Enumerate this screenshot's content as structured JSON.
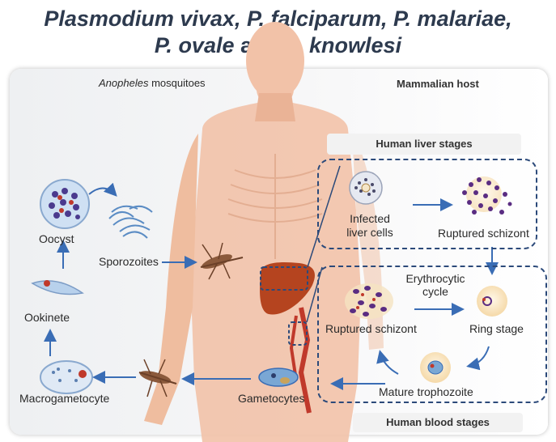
{
  "title": {
    "line1_italic": "Plasmodium vivax, P. falciparum, P. malariae,",
    "line2_italic_a": "P. ovale",
    "line2_and": " and ",
    "line2_italic_b": "P. knowlesi"
  },
  "headers": {
    "mosquito_italic": "Anopheles",
    "mosquito_rest": " mosquitoes",
    "host": "Mammalian host"
  },
  "mosquito_cycle": {
    "oocyst": "Oocyst",
    "sporozoites": "Sporozoites",
    "ookinete": "Ookinete",
    "macrogametocyte": "Macrogametocyte"
  },
  "human": {
    "gametocytes": "Gametocytes"
  },
  "liver": {
    "title": "Human liver stages",
    "infected_line1": "Infected",
    "infected_line2": "liver cells",
    "ruptured": "Ruptured schizont"
  },
  "blood": {
    "title": "Human blood stages",
    "cycle_line1": "Erythrocytic",
    "cycle_line2": "cycle",
    "ruptured": "Ruptured schizont",
    "ring": "Ring stage",
    "mature": "Mature trophozoite"
  },
  "colors": {
    "title": "#2d3a4e",
    "dashed_border": "#2c4a7a",
    "arrow": "#3a6db5",
    "skin": "#f2c2a8",
    "liver": "#b5441f",
    "parasite": "#5a2d82"
  }
}
